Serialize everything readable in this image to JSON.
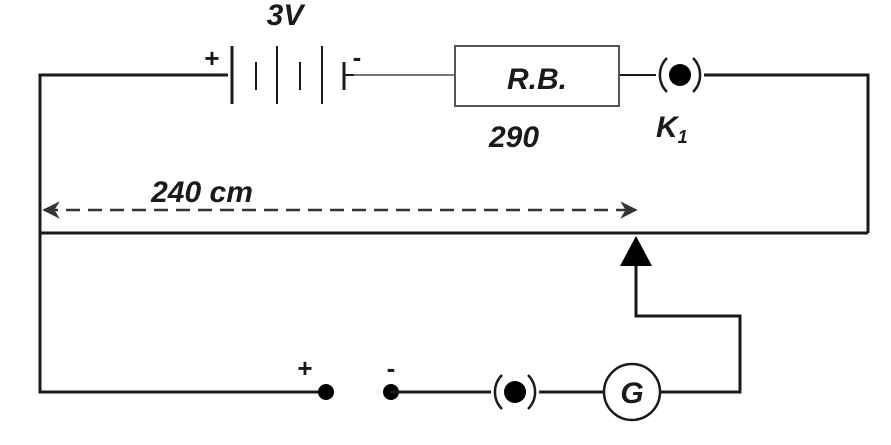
{
  "battery": {
    "voltage_label": "3V",
    "plus_sign": "+",
    "minus_sign": "-"
  },
  "resistance_box": {
    "label": "R.B.",
    "value": "290"
  },
  "key_k1": {
    "letter": "K",
    "subscript": "1"
  },
  "potentiometer_wire": {
    "length_label": "240 cm"
  },
  "cell_terminals": {
    "plus_sign": "+",
    "minus_sign": "-"
  },
  "galvanometer": {
    "symbol": "G"
  },
  "colors": {
    "wire": "#1a1a1a",
    "rb_border": "#555555",
    "dashed": "#333333"
  }
}
